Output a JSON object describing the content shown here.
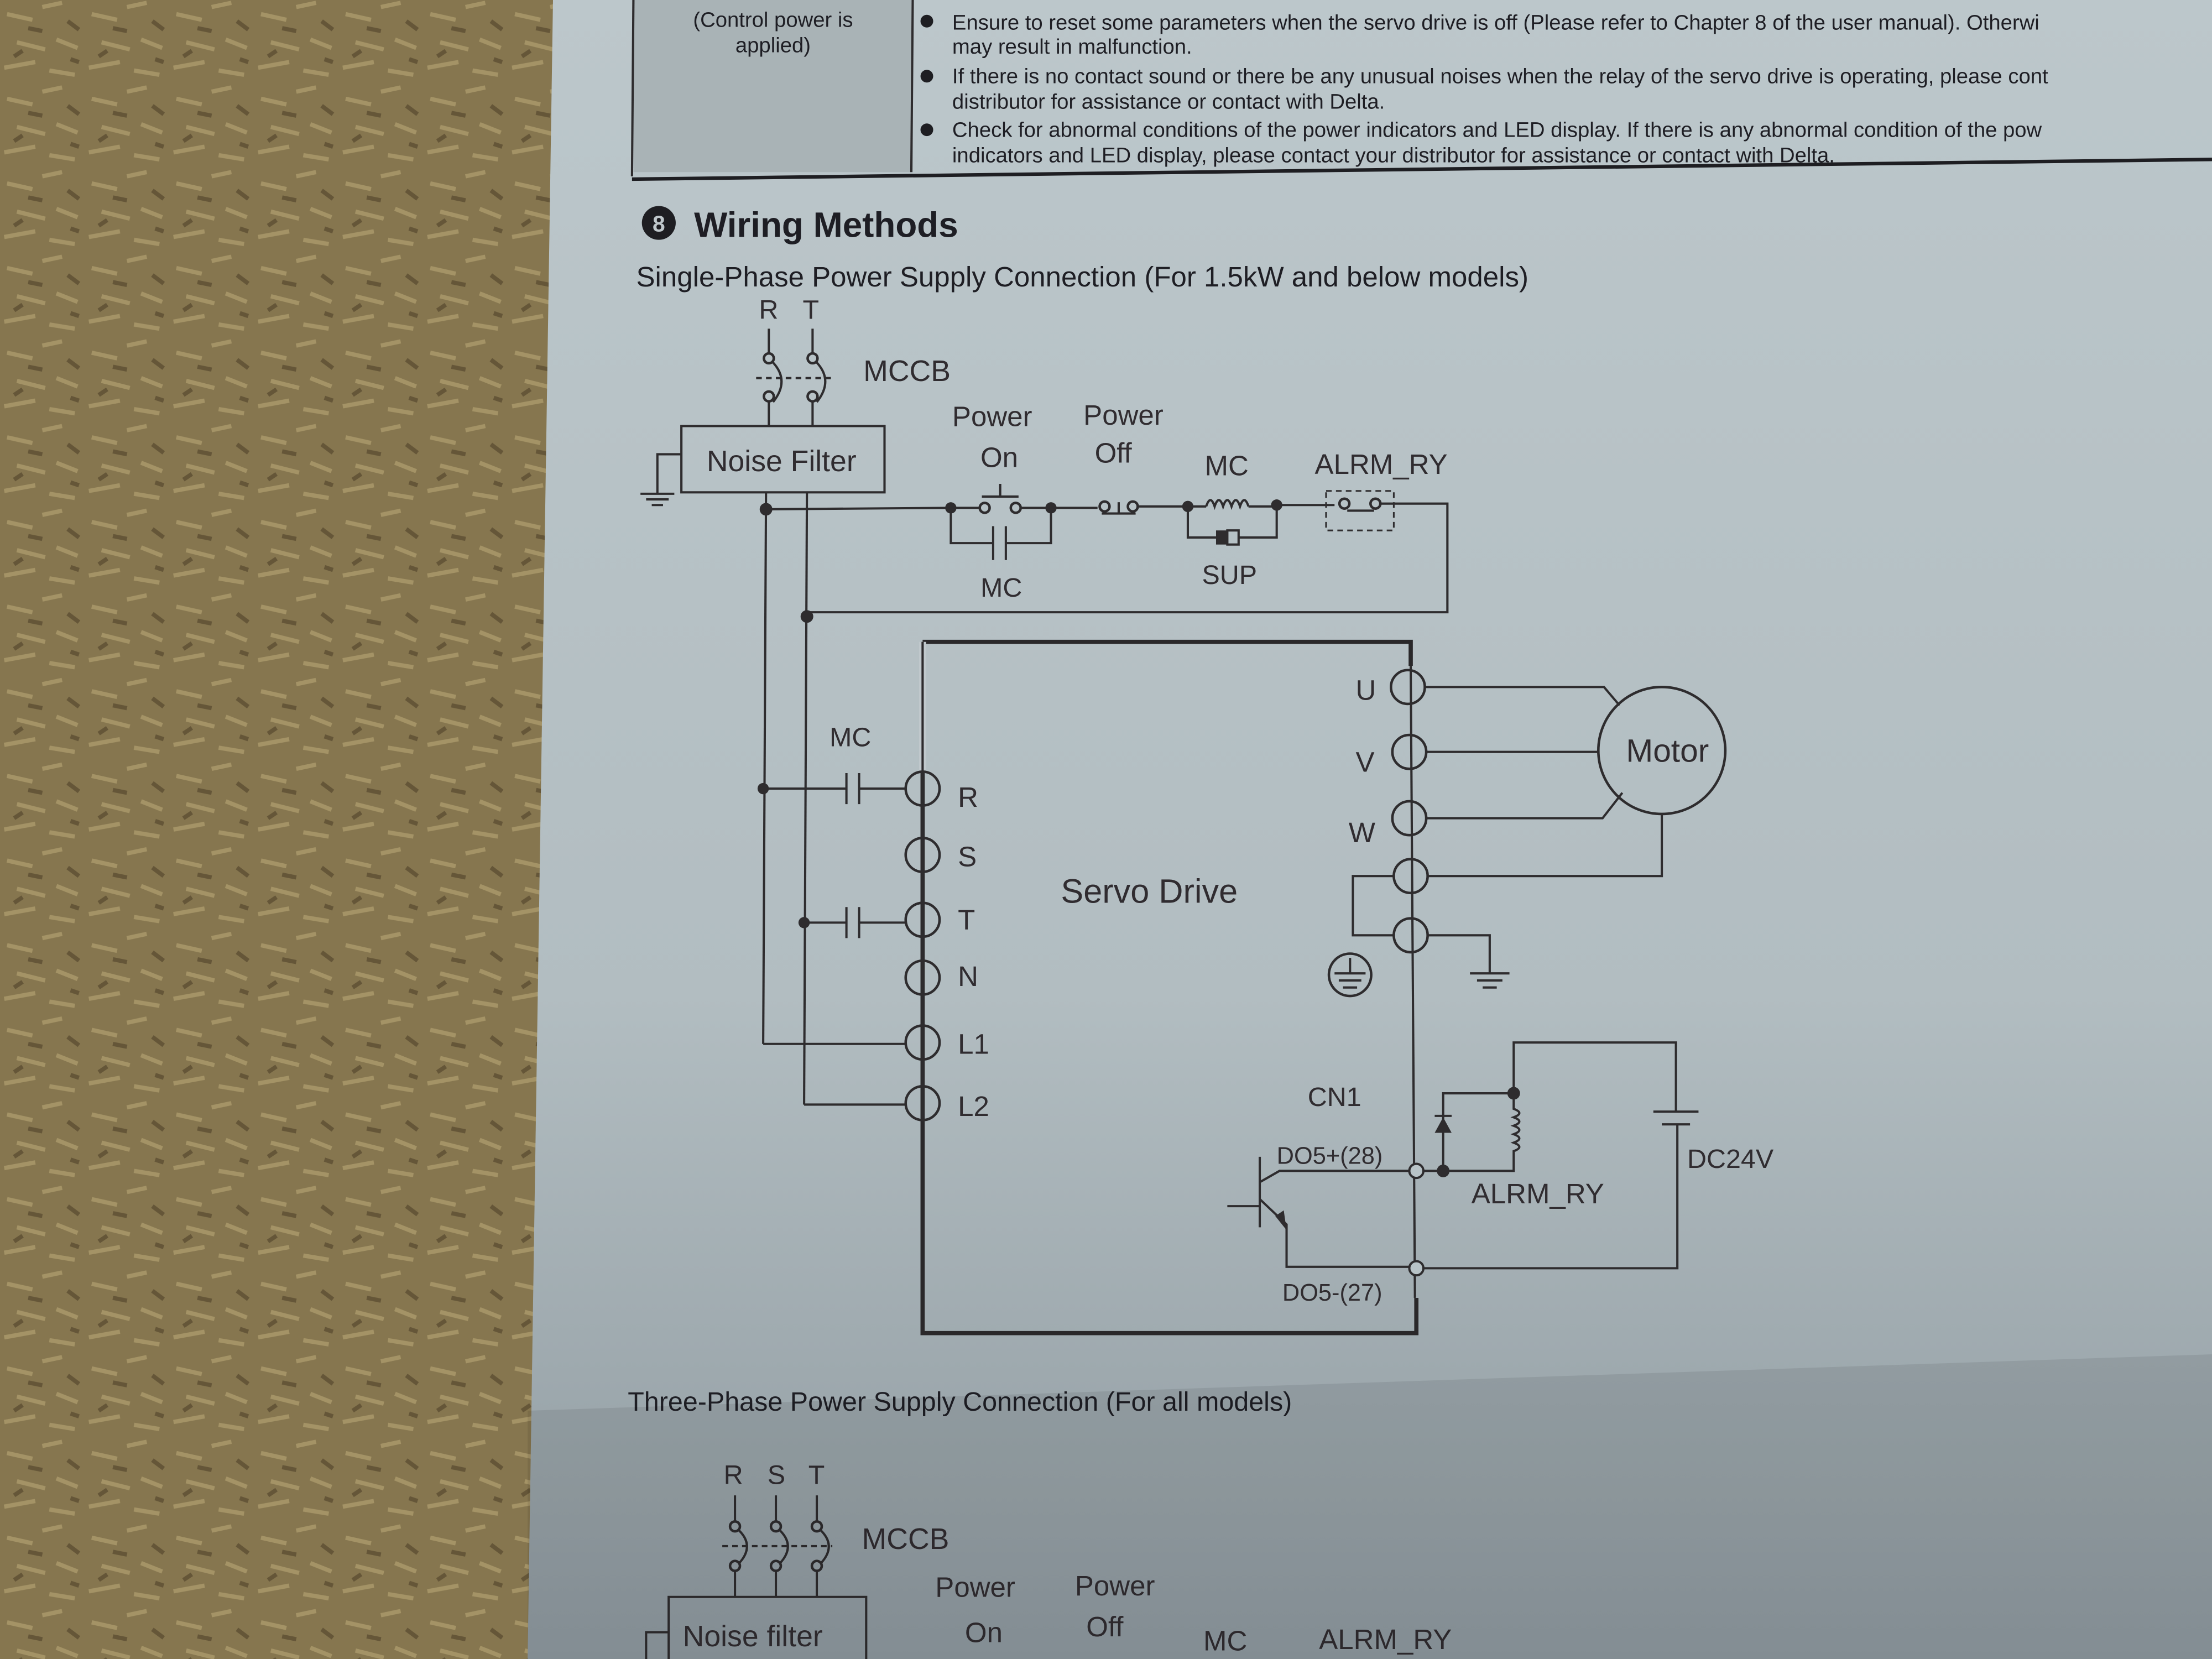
{
  "colors": {
    "background_wood": "#8a7a55",
    "paper": "#b7c2c6",
    "table_cell_shade": "#a9b3b6",
    "ink": "#2e2c2e"
  },
  "top_table": {
    "left_cell_lines": [
      "(Control power is",
      "applied)"
    ],
    "bullets": [
      {
        "lines": [
          "Ensure to reset some parameters when the servo drive is off (Please refer to Chapter 8 of the user manual). Otherwi",
          "may result in malfunction."
        ]
      },
      {
        "lines": [
          "If there is no contact sound or there be any unusual noises when the relay of the servo drive is operating, please cont",
          "distributor for assistance or contact with Delta."
        ]
      },
      {
        "lines": [
          "Check for abnormal conditions of the power indicators and LED display. If there is any abnormal condition of the pow",
          "indicators and LED display, please contact your distributor for assistance or contact with Delta."
        ]
      }
    ]
  },
  "section": {
    "number": "8",
    "title": "Wiring Methods"
  },
  "single_phase": {
    "caption": "Single-Phase Power Supply Connection (For 1.5kW and below models)",
    "phase_labels": [
      "R",
      "T"
    ],
    "mccb": "MCCB",
    "noise_filter": "Noise Filter",
    "power_on": [
      "Power",
      "On"
    ],
    "power_off": [
      "Power",
      "Off"
    ],
    "mc_coil": "MC",
    "alarm_relay": "ALRM_RY",
    "mc_contact": "MC",
    "surge_suppressor": "SUP",
    "mc_main_contact": "MC",
    "servo_drive": "Servo Drive",
    "input_terminals": [
      "R",
      "S",
      "T",
      "N",
      "L1",
      "L2"
    ],
    "output_terminals": [
      "U",
      "V",
      "W"
    ],
    "motor": "Motor",
    "cn1": "CN1",
    "do5_plus": "DO5+(28)",
    "do5_minus": "DO5-(27)",
    "alarm_relay_coil": "ALRM_RY",
    "dc_supply": "DC24V"
  },
  "three_phase": {
    "caption": "Three-Phase Power Supply Connection (For all models)",
    "phase_labels": [
      "R",
      "S",
      "T"
    ],
    "mccb": "MCCB",
    "noise_filter": "Noise filter",
    "power_on": [
      "Power",
      "On"
    ],
    "power_off": [
      "Power",
      "Off"
    ],
    "mc_coil": "MC",
    "alarm_relay": "ALRM_RY"
  }
}
